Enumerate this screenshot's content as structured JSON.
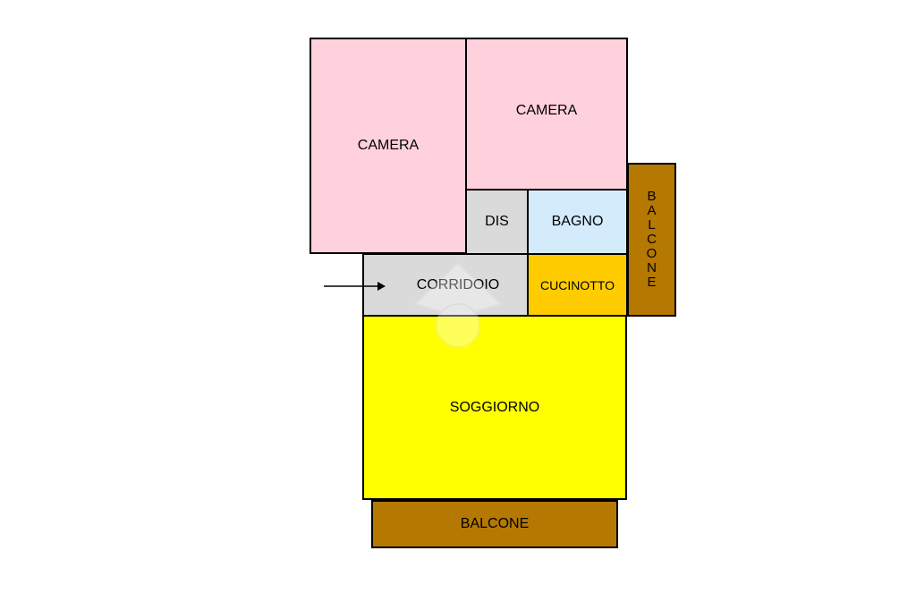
{
  "floorplan": {
    "rooms": {
      "camera_left": "CAMERA",
      "camera_right": "CAMERA",
      "dis": "DIS",
      "bagno": "BAGNO",
      "corridoio": "CORRIDOIO",
      "cucinotto": "CUCINOTTO",
      "soggiorno": "SOGGIORNO",
      "balcone_right": "BALCONE",
      "balcone_bottom": "BALCONE"
    },
    "colors": {
      "camera": "#ffd1dc",
      "corridor_dis": "#dadada",
      "bagno": "#d4ebfb",
      "cucinotto": "#ffcc00",
      "soggiorno": "#ffff00",
      "balcone": "#b57800"
    },
    "entrance_icon": "arrow-right-icon",
    "watermark_icon": "watermark-logo-icon"
  }
}
